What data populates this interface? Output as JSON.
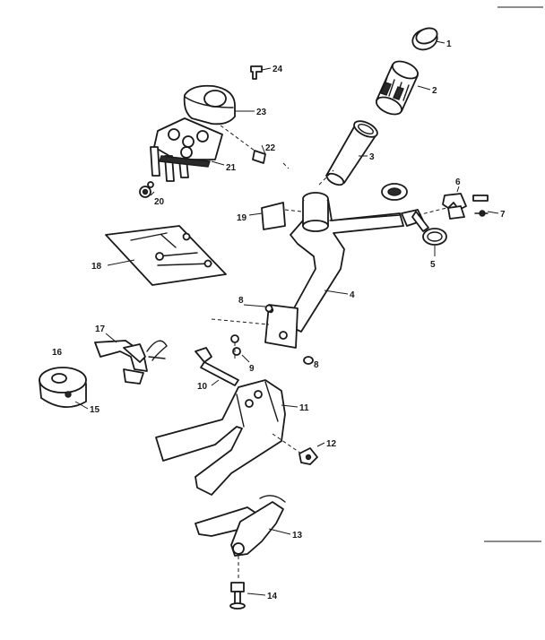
{
  "callouts": [
    {
      "id": "c1",
      "text": "1"
    },
    {
      "id": "c2",
      "text": "2"
    },
    {
      "id": "c3",
      "text": "3"
    },
    {
      "id": "c4",
      "text": "4"
    },
    {
      "id": "c5",
      "text": "5"
    },
    {
      "id": "c6",
      "text": "6"
    },
    {
      "id": "c7",
      "text": "7"
    },
    {
      "id": "c8a",
      "text": "8"
    },
    {
      "id": "c8b",
      "text": "8"
    },
    {
      "id": "c9",
      "text": "9"
    },
    {
      "id": "c10",
      "text": "10"
    },
    {
      "id": "c11",
      "text": "11"
    },
    {
      "id": "c12",
      "text": "12"
    },
    {
      "id": "c13",
      "text": "13"
    },
    {
      "id": "c14",
      "text": "14"
    },
    {
      "id": "c15",
      "text": "15"
    },
    {
      "id": "c16",
      "text": "16"
    },
    {
      "id": "c17",
      "text": "17"
    },
    {
      "id": "c18",
      "text": "18"
    },
    {
      "id": "c19",
      "text": "19"
    },
    {
      "id": "c20",
      "text": "20"
    },
    {
      "id": "c21",
      "text": "21"
    },
    {
      "id": "c22",
      "text": "22"
    },
    {
      "id": "c23",
      "text": "23"
    },
    {
      "id": "c24",
      "text": "24"
    }
  ]
}
